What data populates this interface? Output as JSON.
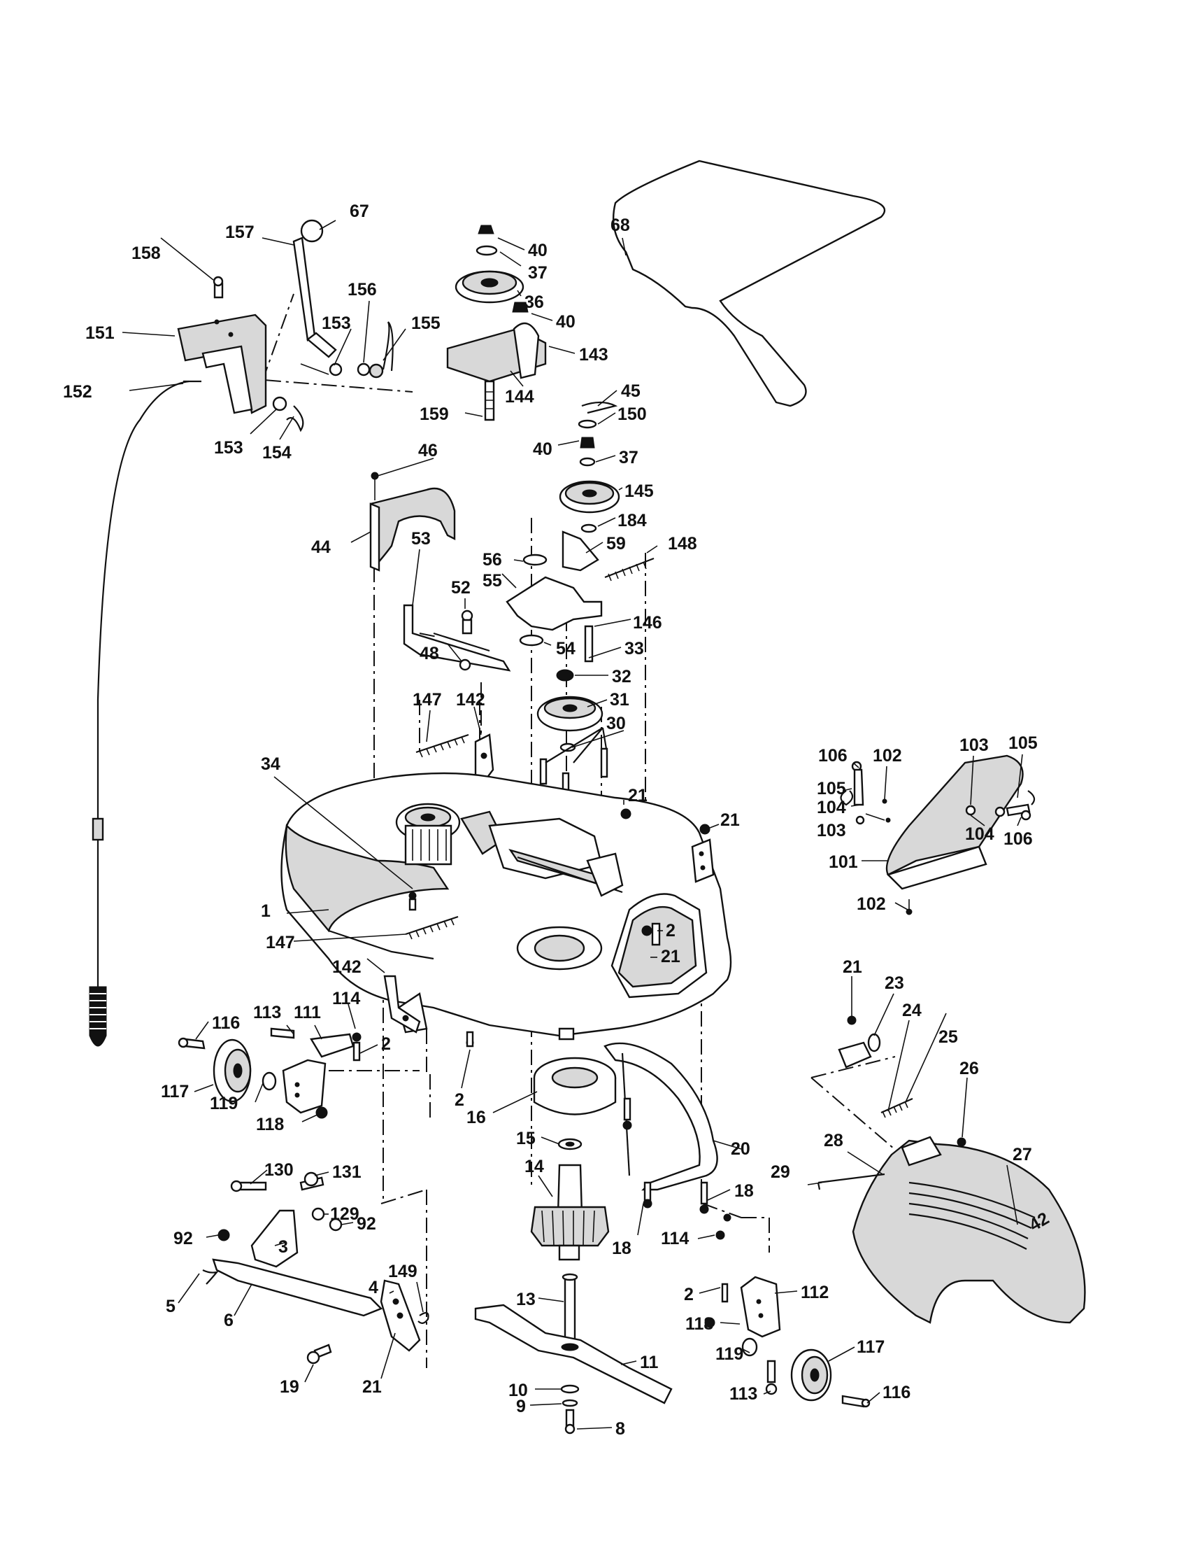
{
  "diagram": {
    "callouts": [
      {
        "id": "c67",
        "text": "67"
      },
      {
        "id": "c157",
        "text": "157"
      },
      {
        "id": "c158",
        "text": "158"
      },
      {
        "id": "c151",
        "text": "151"
      },
      {
        "id": "c152",
        "text": "152"
      },
      {
        "id": "c153a",
        "text": "153"
      },
      {
        "id": "c156",
        "text": "156"
      },
      {
        "id": "c155",
        "text": "155"
      },
      {
        "id": "c153b",
        "text": "153"
      },
      {
        "id": "c154",
        "text": "154"
      },
      {
        "id": "c40a",
        "text": "40"
      },
      {
        "id": "c37a",
        "text": "37"
      },
      {
        "id": "c36",
        "text": "36"
      },
      {
        "id": "c40b",
        "text": "40"
      },
      {
        "id": "c143",
        "text": "143"
      },
      {
        "id": "c144",
        "text": "144"
      },
      {
        "id": "c159",
        "text": "159"
      },
      {
        "id": "c68",
        "text": "68"
      },
      {
        "id": "c45",
        "text": "45"
      },
      {
        "id": "c150",
        "text": "150"
      },
      {
        "id": "c40c",
        "text": "40"
      },
      {
        "id": "c37b",
        "text": "37"
      },
      {
        "id": "c145",
        "text": "145"
      },
      {
        "id": "c184",
        "text": "184"
      },
      {
        "id": "c46",
        "text": "46"
      },
      {
        "id": "c44",
        "text": "44"
      },
      {
        "id": "c56",
        "text": "56"
      },
      {
        "id": "c59",
        "text": "59"
      },
      {
        "id": "c148",
        "text": "148"
      },
      {
        "id": "c55",
        "text": "55"
      },
      {
        "id": "c53",
        "text": "53"
      },
      {
        "id": "c52",
        "text": "52"
      },
      {
        "id": "c146",
        "text": "146"
      },
      {
        "id": "c48",
        "text": "48"
      },
      {
        "id": "c54",
        "text": "54"
      },
      {
        "id": "c33",
        "text": "33"
      },
      {
        "id": "c32",
        "text": "32"
      },
      {
        "id": "c31",
        "text": "31"
      },
      {
        "id": "c30",
        "text": "30"
      },
      {
        "id": "c147a",
        "text": "147"
      },
      {
        "id": "c142a",
        "text": "142"
      },
      {
        "id": "c34",
        "text": "34"
      },
      {
        "id": "c21a",
        "text": "21"
      },
      {
        "id": "c21b",
        "text": "21"
      },
      {
        "id": "c1",
        "text": "1"
      },
      {
        "id": "c147b",
        "text": "147"
      },
      {
        "id": "c2a",
        "text": "2"
      },
      {
        "id": "c21c",
        "text": "21"
      },
      {
        "id": "c142b",
        "text": "142"
      },
      {
        "id": "c114a",
        "text": "114"
      },
      {
        "id": "c113a",
        "text": "113"
      },
      {
        "id": "c111",
        "text": "111"
      },
      {
        "id": "c116a",
        "text": "116"
      },
      {
        "id": "c2b",
        "text": "2"
      },
      {
        "id": "c2c",
        "text": "2"
      },
      {
        "id": "c117a",
        "text": "117"
      },
      {
        "id": "c119a",
        "text": "119"
      },
      {
        "id": "c118a",
        "text": "118"
      },
      {
        "id": "c16",
        "text": "16"
      },
      {
        "id": "c15",
        "text": "15"
      },
      {
        "id": "c14",
        "text": "14"
      },
      {
        "id": "c20",
        "text": "20"
      },
      {
        "id": "c18a",
        "text": "18"
      },
      {
        "id": "c18b",
        "text": "18"
      },
      {
        "id": "c114b",
        "text": "114"
      },
      {
        "id": "c130",
        "text": "130"
      },
      {
        "id": "c131",
        "text": "131"
      },
      {
        "id": "c129",
        "text": "129"
      },
      {
        "id": "c92a",
        "text": "92"
      },
      {
        "id": "c92b",
        "text": "92"
      },
      {
        "id": "c3",
        "text": "3"
      },
      {
        "id": "c5",
        "text": "5"
      },
      {
        "id": "c6",
        "text": "6"
      },
      {
        "id": "c4",
        "text": "4"
      },
      {
        "id": "c149",
        "text": "149"
      },
      {
        "id": "c19",
        "text": "19"
      },
      {
        "id": "c21d",
        "text": "21"
      },
      {
        "id": "c13",
        "text": "13"
      },
      {
        "id": "c11",
        "text": "11"
      },
      {
        "id": "c10",
        "text": "10"
      },
      {
        "id": "c9",
        "text": "9"
      },
      {
        "id": "c8",
        "text": "8"
      },
      {
        "id": "c2d",
        "text": "2"
      },
      {
        "id": "c112",
        "text": "112"
      },
      {
        "id": "c118b",
        "text": "118"
      },
      {
        "id": "c119b",
        "text": "119"
      },
      {
        "id": "c117b",
        "text": "117"
      },
      {
        "id": "c113b",
        "text": "113"
      },
      {
        "id": "c116b",
        "text": "116"
      },
      {
        "id": "c106a",
        "text": "106"
      },
      {
        "id": "c105a",
        "text": "105"
      },
      {
        "id": "c102a",
        "text": "102"
      },
      {
        "id": "c103a",
        "text": "103"
      },
      {
        "id": "c105b",
        "text": "105"
      },
      {
        "id": "c104a",
        "text": "104"
      },
      {
        "id": "c103b",
        "text": "103"
      },
      {
        "id": "c104b",
        "text": "104"
      },
      {
        "id": "c106b",
        "text": "106"
      },
      {
        "id": "c101",
        "text": "101"
      },
      {
        "id": "c102b",
        "text": "102"
      },
      {
        "id": "c21e",
        "text": "21"
      },
      {
        "id": "c23",
        "text": "23"
      },
      {
        "id": "c24",
        "text": "24"
      },
      {
        "id": "c25",
        "text": "25"
      },
      {
        "id": "c26",
        "text": "26"
      },
      {
        "id": "c28",
        "text": "28"
      },
      {
        "id": "c27",
        "text": "27"
      },
      {
        "id": "c29",
        "text": "29"
      }
    ],
    "shroud_marking": "42"
  }
}
